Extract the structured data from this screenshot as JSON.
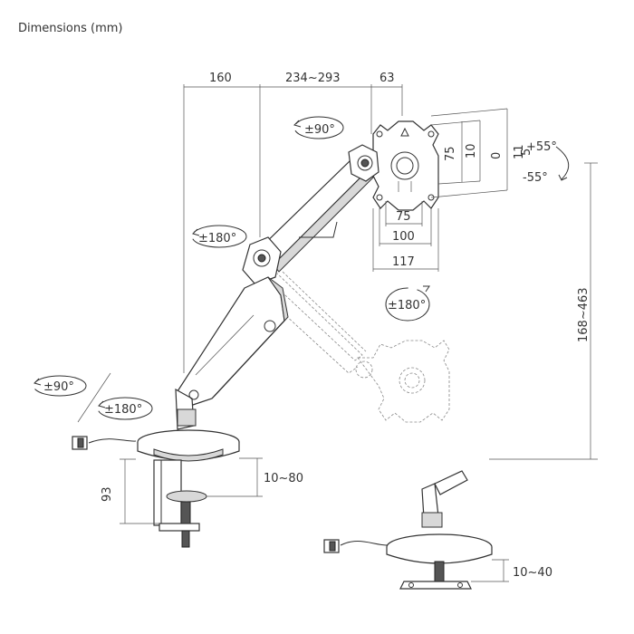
{
  "title": "Dimensions (mm)",
  "dimensions": {
    "arm_reach_1": "160",
    "arm_reach_2": "234~293",
    "head_depth": "63",
    "vesa_small": "75",
    "vesa_mid": "100",
    "vesa_plate_width": "117",
    "vesa_v_75": "75",
    "vesa_v_10": "10",
    "vesa_v_0": "0",
    "vesa_v_11": "11",
    "vesa_v_5": "5",
    "height_range": "168~463",
    "clamp_height": "93",
    "clamp_thickness": "10~80",
    "grommet_thickness": "10~40"
  },
  "rotations": {
    "head_swivel": "±90°",
    "tilt_up": "+55°",
    "tilt_down": "-55°",
    "mid_arm": "±180°",
    "screen_rotate": "±180°",
    "base_swivel": "±90°",
    "base_rotate": "±180°"
  }
}
